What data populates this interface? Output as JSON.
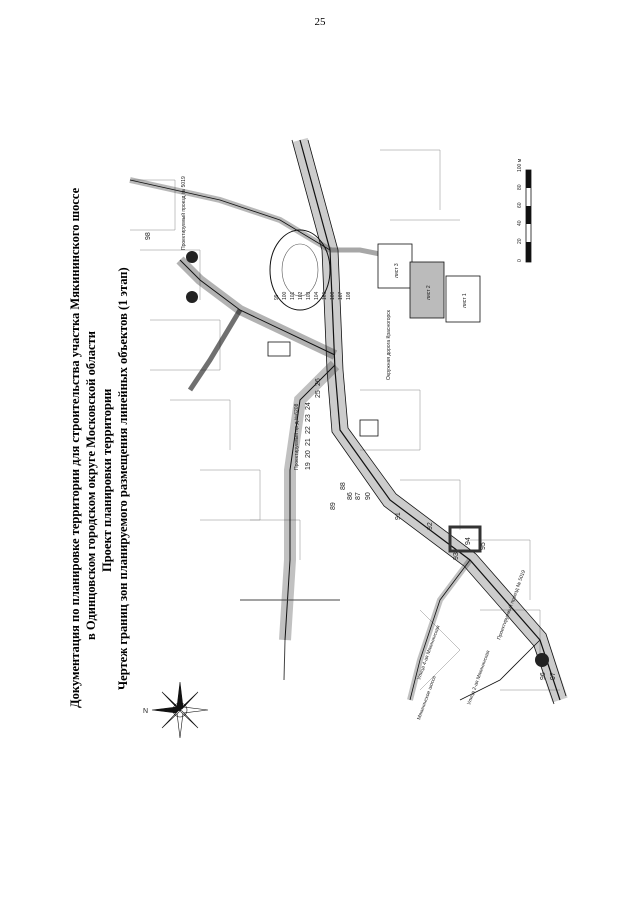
{
  "page_number": "25",
  "title": {
    "line1": "Документация по планировке территории для строительства участка Мякининского шоссе",
    "line2": "в Одинцовском городском округе Московской области",
    "line3": "Проект планировки территории",
    "line4": "Чертеж границ зон планируемого размещения линейных объектов (1 этап)"
  },
  "map": {
    "sheet_labels": [
      "лист 3",
      "лист 2",
      "лист 1"
    ],
    "road_labels": {
      "myakininskoe": "Мякининское шоссе",
      "proezd_5019": "Проектируемый проезд № 5019",
      "proezd_top": "Проектируемый проезд № 5019",
      "proezd_a": "Проектируемый пр-д №6208",
      "ulitsa_4": "Улица 4-ая Мякининская",
      "ulitsa_2": "Улица 2-ая Мякининская",
      "okruzhnaya": "Окружная дорога Красногорск"
    },
    "zone_numbers": [
      "19",
      "20",
      "21",
      "22",
      "23",
      "24",
      "25",
      "26",
      "86",
      "87",
      "88",
      "89",
      "90",
      "91",
      "92",
      "93",
      "94",
      "95",
      "96",
      "97",
      "98",
      "99",
      "100",
      "101",
      "102",
      "103",
      "104",
      "105",
      "106",
      "107",
      "108"
    ],
    "scale_bar": {
      "ticks": [
        "0",
        "20",
        "40",
        "60",
        "80",
        "100 м"
      ]
    },
    "compass": {
      "north": "N"
    }
  }
}
